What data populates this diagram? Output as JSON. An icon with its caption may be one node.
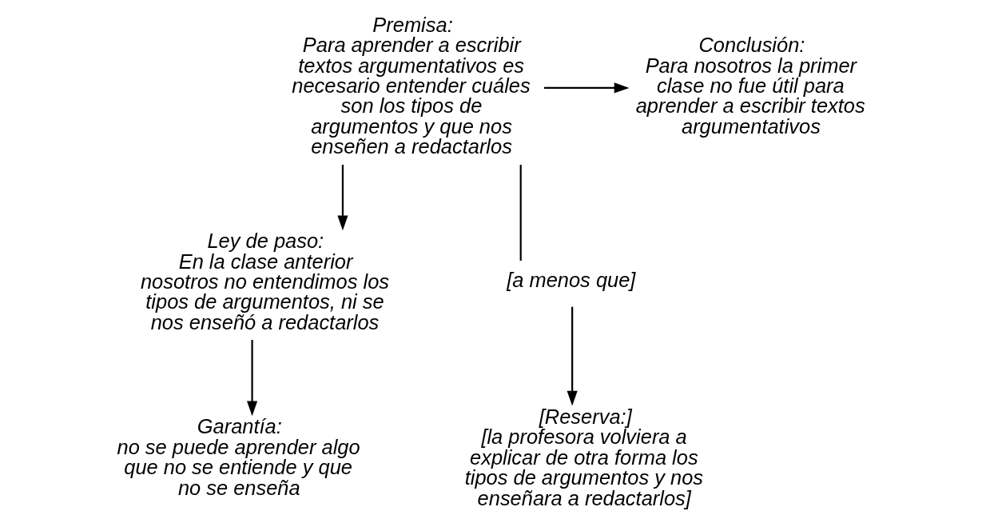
{
  "diagram": {
    "nodes": [
      {
        "text": [
          "Premisa:",
          "Para aprender a escribir textos argumentativos es necesario entender cuáles son los tipos de argumentos y que nos enseñen a redactarlos"
        ]
      },
      {
        "text": [
          "Conclusión:",
          "Para nosotros la primer clase no fue útil para aprender a escribir textos argumentativos"
        ]
      },
      {
        "text": [
          "Ley de paso:",
          "En la clase anterior nosotros no entendimos los tipos de argumentos, ni se nos enseñó a redactarlos"
        ]
      },
      {
        "text": [
          "Garantía:",
          "no se puede aprender algo que no se entiende y que no se enseña"
        ]
      },
      {
        "text": [
          "[a menos que]"
        ]
      },
      {
        "text": [
          "[Reserva:]",
          "[la profesora volviera a explicar de otra forma los tipos de argumentos y nos enseñara a redactarlos]"
        ]
      }
    ],
    "edges": [
      {
        "from": 0,
        "to": 1,
        "arrow": "to"
      },
      {
        "from": 0,
        "to": 2,
        "arrow": "to"
      },
      {
        "from": 0,
        "to": 4,
        "arrow": "none"
      },
      {
        "from": 4,
        "to": 5,
        "arrow": "to"
      },
      {
        "from": 2,
        "to": 3,
        "arrow": "to"
      }
    ]
  }
}
